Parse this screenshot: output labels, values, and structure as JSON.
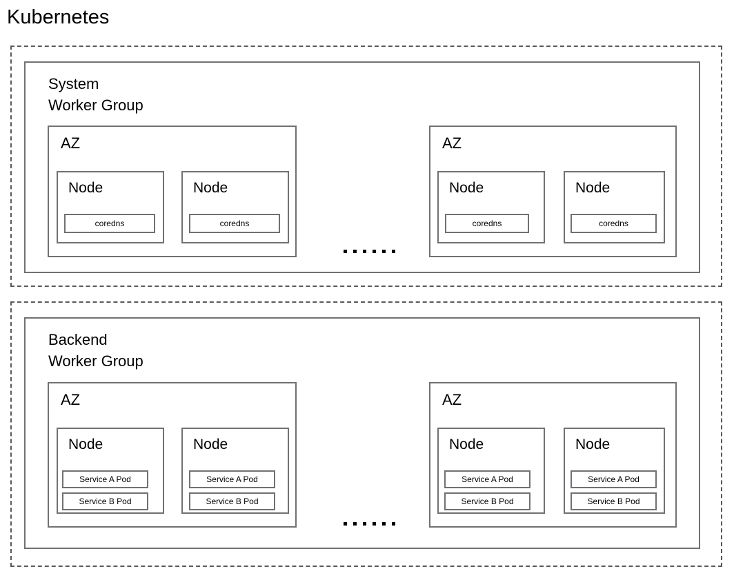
{
  "title": "Kubernetes",
  "ellipsis": {
    "glyph": "......",
    "dot_count": 6
  },
  "colors": {
    "dashed_border": "#57595b",
    "solid_border": "#6f7173",
    "background": "#ffffff",
    "text": "#000000"
  },
  "groups": [
    {
      "id": "system",
      "name": "System\nWorker Group",
      "azs": [
        {
          "label": "AZ",
          "nodes": [
            {
              "label": "Node",
              "pods": [
                "coredns"
              ]
            },
            {
              "label": "Node",
              "pods": [
                "coredns"
              ]
            }
          ]
        },
        {
          "label": "AZ",
          "nodes": [
            {
              "label": "Node",
              "pods": [
                "coredns"
              ]
            },
            {
              "label": "Node",
              "pods": [
                "coredns"
              ]
            }
          ]
        }
      ]
    },
    {
      "id": "backend",
      "name": "Backend\nWorker Group",
      "azs": [
        {
          "label": "AZ",
          "nodes": [
            {
              "label": "Node",
              "pods": [
                "Service A Pod",
                "Service B Pod"
              ]
            },
            {
              "label": "Node",
              "pods": [
                "Service A Pod",
                "Service B Pod"
              ]
            }
          ]
        },
        {
          "label": "AZ",
          "nodes": [
            {
              "label": "Node",
              "pods": [
                "Service A Pod",
                "Service B Pod"
              ]
            },
            {
              "label": "Node",
              "pods": [
                "Service A Pod",
                "Service B Pod"
              ]
            }
          ]
        }
      ]
    }
  ]
}
